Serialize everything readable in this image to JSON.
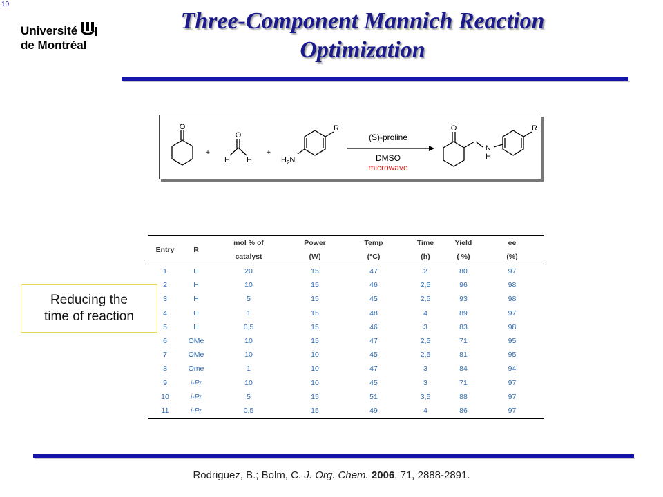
{
  "slide_number": "10",
  "logo": {
    "line1": "Université",
    "line2": "de Montréal"
  },
  "title": {
    "line1": "Three-Component Mannich Reaction",
    "line2": "Optimization"
  },
  "scheme": {
    "plus": "+",
    "atoms": {
      "O": "O",
      "H": "H",
      "R": "R",
      "N": "N",
      "H2": "H",
      "sub2": "2"
    },
    "above_arrow": "(S)-proline",
    "below_arrow_1": "DMSO",
    "below_arrow_2": "microwave",
    "microwave_color": "#d42020"
  },
  "table": {
    "headers": {
      "entry": "Entry",
      "r": "R",
      "mol_1": "mol % of",
      "mol_2": "catalyst",
      "power_1": "Power",
      "power_2": "(W)",
      "temp_1": "Temp",
      "temp_2": "(°C)",
      "time_1": "Time",
      "time_2": "(h)",
      "yield_1": "Yield",
      "yield_2": "( %)",
      "ee_1": "ee",
      "ee_2": "(%)"
    },
    "rows": [
      [
        "1",
        "H",
        "20",
        "15",
        "47",
        "2",
        "80",
        "97"
      ],
      [
        "2",
        "H",
        "10",
        "15",
        "46",
        "2,5",
        "96",
        "98"
      ],
      [
        "3",
        "H",
        "5",
        "15",
        "45",
        "2,5",
        "93",
        "98"
      ],
      [
        "4",
        "H",
        "1",
        "15",
        "48",
        "4",
        "89",
        "97"
      ],
      [
        "5",
        "H",
        "0,5",
        "15",
        "46",
        "3",
        "83",
        "98"
      ],
      [
        "6",
        "OMe",
        "10",
        "15",
        "47",
        "2,5",
        "71",
        "95"
      ],
      [
        "7",
        "OMe",
        "10",
        "10",
        "45",
        "2,5",
        "81",
        "95"
      ],
      [
        "8",
        "Ome",
        "1",
        "10",
        "47",
        "3",
        "84",
        "94"
      ],
      [
        "9",
        "i-Pr",
        "10",
        "10",
        "45",
        "3",
        "71",
        "97"
      ],
      [
        "10",
        "i-Pr",
        "5",
        "15",
        "51",
        "3,5",
        "88",
        "97"
      ],
      [
        "11",
        "i-Pr",
        "0,5",
        "15",
        "49",
        "4",
        "86",
        "97"
      ]
    ],
    "value_color": "#2f6db5"
  },
  "callout": {
    "line1": "Reducing the",
    "line2": "time of reaction"
  },
  "citation": {
    "authors": "Rodriguez, B.; Bolm, C.",
    "journal": "J. Org. Chem.",
    "year": "2006",
    "rest": ", 71, 2888-2891."
  },
  "colors": {
    "title": "#1a1a8c",
    "rule": "#1515a8"
  }
}
